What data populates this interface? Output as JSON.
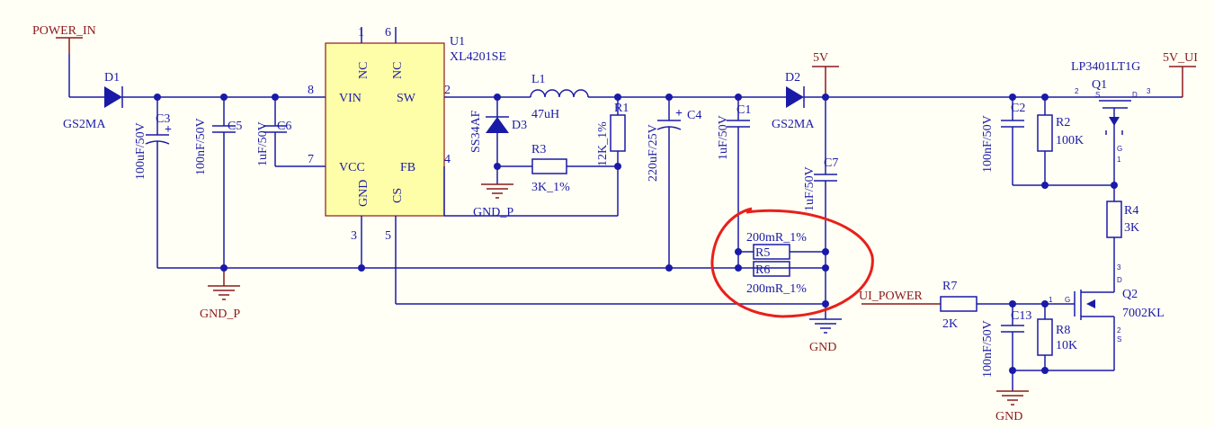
{
  "nets": {
    "power_in": "POWER_IN",
    "v5": "5V",
    "v5_ui": "5V_UI",
    "gnd_p_1": "GND_P",
    "gnd_p_2": "GND_P",
    "gnd_1": "GND",
    "gnd_2": "GND",
    "ui_power": "UI_POWER"
  },
  "u1": {
    "ref": "U1",
    "part": "XL4201SE",
    "pins": {
      "nc1": "1",
      "nc6": "6",
      "vin": "8",
      "sw": "2",
      "vcc": "7",
      "fb": "4",
      "gnd": "3",
      "cs": "5"
    },
    "labels": {
      "nc_a": "NC",
      "nc_b": "NC",
      "vin": "VIN",
      "sw": "SW",
      "vcc": "VCC",
      "fb": "FB",
      "gnd": "GND",
      "cs": "CS"
    }
  },
  "components": {
    "d1_ref": "D1",
    "d1_val": "GS2MA",
    "d2_ref": "D2",
    "d2_val": "GS2MA",
    "d3_ref": "D3",
    "d3_val": "SS34AF",
    "c3_ref": "C3",
    "c3_val": "100uF/50V",
    "c5_ref": "C5",
    "c5_val": "100nF/50V",
    "c6_ref": "C6",
    "c6_val": "1uF/50V",
    "c4_ref": "C4",
    "c4_val": "220uF/25V",
    "c1_ref": "C1",
    "c1_val": "1uF/50V",
    "c7_ref": "C7",
    "c7_val": "1uF/50V",
    "c2_ref": "C2",
    "c2_val": "100nF/50V",
    "c13_ref": "C13",
    "c13_val": "100nF/50V",
    "l1_ref": "L1",
    "l1_val": "47uH",
    "r1_ref": "R1",
    "r1_val": "12K_1%",
    "r3_ref": "R3",
    "r3_val": "3K_1%",
    "r5_ref": "R5",
    "r5_val": "200mR_1%",
    "r6_ref": "R6",
    "r6_val": "200mR_1%",
    "r2_ref": "R2",
    "r2_val": "100K",
    "r4_ref": "R4",
    "r4_val": "3K",
    "r7_ref": "R7",
    "r7_val": "2K",
    "r8_ref": "R8",
    "r8_val": "10K",
    "q1_ref": "Q1",
    "q1_val": "LP3401LT1G",
    "q2_ref": "Q2",
    "q2_val": "7002KL"
  },
  "pins_small": {
    "q1_2": "2",
    "q1_3": "3",
    "q1_1": "1",
    "q2_1": "1",
    "q2_3": "3",
    "q2_2": "2",
    "q1_s": "S",
    "q1_d": "D",
    "q1_g": "G",
    "q2_g": "G",
    "q2_d": "D",
    "q2_s": "S"
  },
  "colors": {
    "wire": "#1a1aa8",
    "power_net": "#8b1a1a",
    "ic_fill": "#fffea8",
    "highlight": "#e8201a"
  }
}
